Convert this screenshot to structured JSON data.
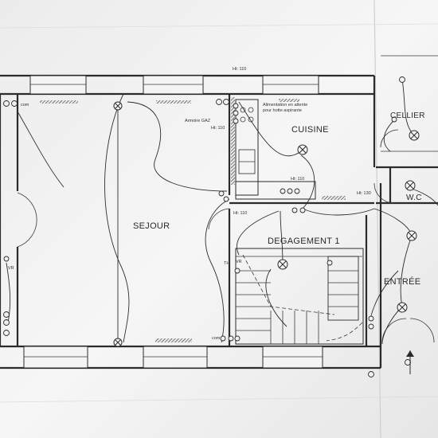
{
  "rooms": {
    "sejour": "SEJOUR",
    "cuisine": "CUISINE",
    "degagement": "DEGAGEMENT 1",
    "entree": "ENTRÉE",
    "cellier": "CELLIER",
    "wc": "W.C"
  },
  "annotations": {
    "ht_top": "Ht: 110",
    "ht_cuisine": "Ht: 110",
    "ht_plan": "Ht: 110",
    "ht_dgt": "Ht: 110",
    "ht_130": "Ht: 130",
    "armoire_gaz": "Armoire GAZ",
    "alimentation_line1": "Alimentation en attente",
    "alimentation_line2": "pour hotte aspirante",
    "com_left": "com",
    "com_bottom": "com",
    "vr_left": "VR",
    "vr_dgt": "VR",
    "th": "TH"
  },
  "colors": {
    "paper": "#f4f4f4",
    "ink": "#2b2b2b",
    "background": "#d9dadb"
  }
}
